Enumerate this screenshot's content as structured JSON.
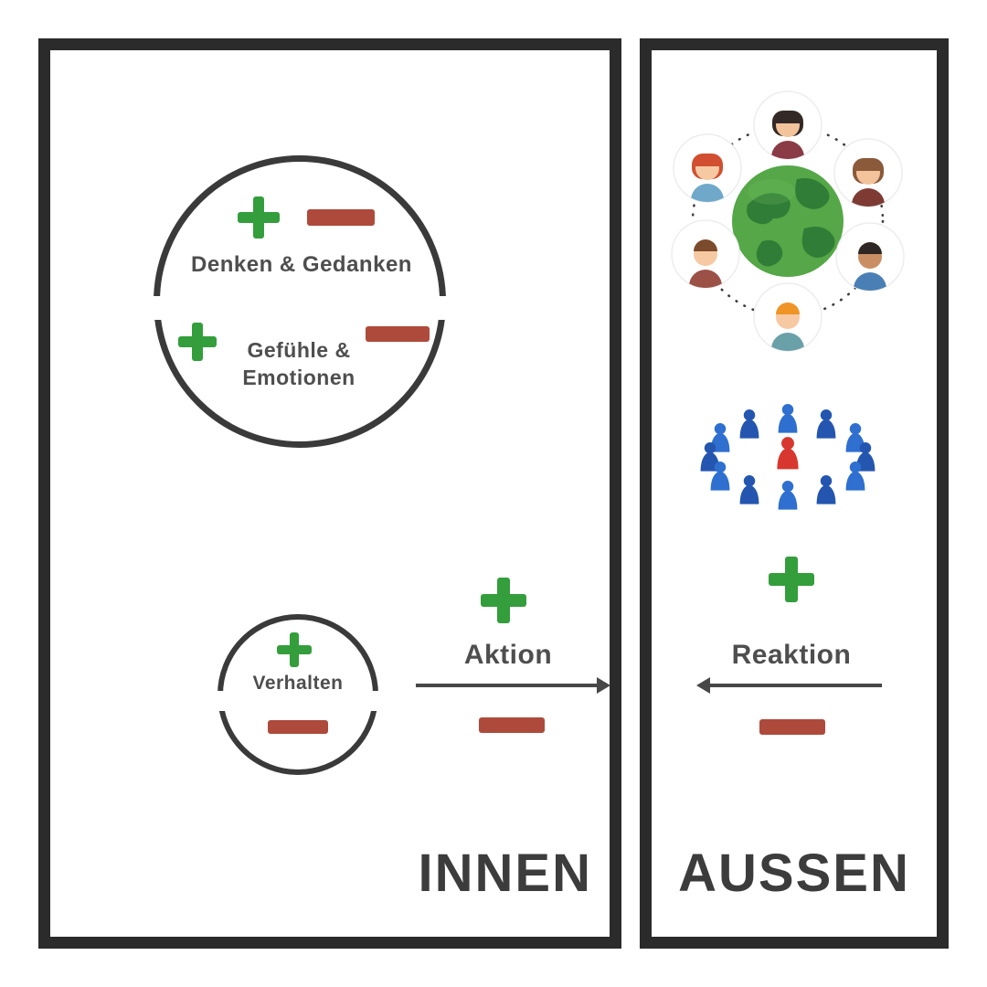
{
  "colors": {
    "plus": "#339e3b",
    "minus": "#ae4a3c",
    "frame": "#2b2b2b",
    "circle": "#3a3a3a",
    "label": "#4e4e4e",
    "title": "#3c3c3c",
    "arrow": "#474747"
  },
  "inner": {
    "title": "INNEN",
    "thoughts_label": "Denken & Gedanken",
    "feelings_line1": "Gefühle &",
    "feelings_line2": "Emotionen",
    "behavior_label": "Verhalten",
    "action_label": "Aktion"
  },
  "outer": {
    "title": "AUSSEN",
    "reaction_label": "Reaktion"
  }
}
